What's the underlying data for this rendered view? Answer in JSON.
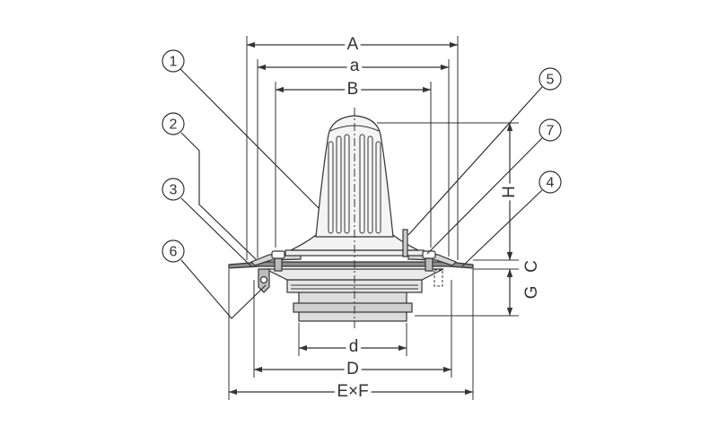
{
  "dimensions": {
    "A": "A",
    "a": "a",
    "B": "B",
    "H": "H",
    "C": "C",
    "G": "G",
    "d": "d",
    "D": "D",
    "EF": "E×F"
  },
  "callouts": {
    "c1": "1",
    "c2": "2",
    "c3": "3",
    "c4": "4",
    "c5": "5",
    "c6": "6",
    "c7": "7"
  },
  "colors": {
    "line": "#333333",
    "body_fill": "#e2e2e2",
    "dark_fill": "#9a9a9a"
  }
}
